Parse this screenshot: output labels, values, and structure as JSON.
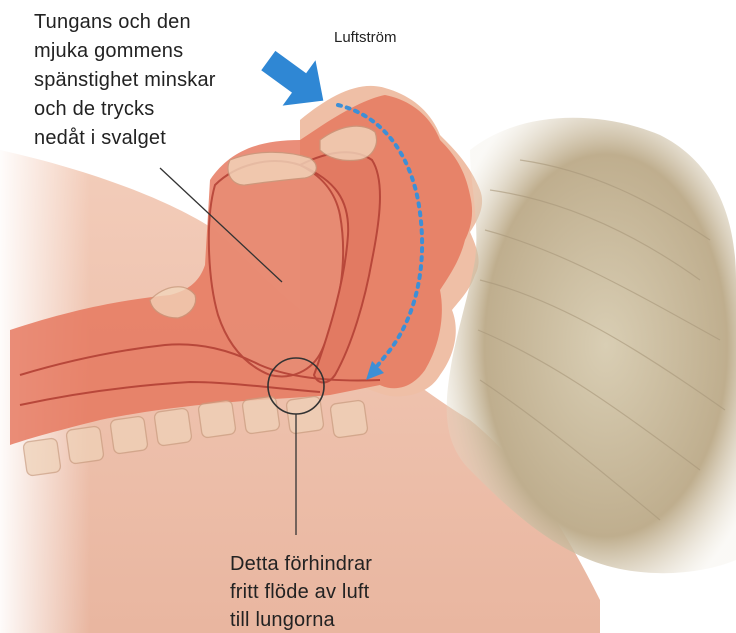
{
  "diagram": {
    "callouts": {
      "tongue": {
        "lines": [
          "Tungans och den",
          "mjuka gommens",
          "spänstighet minskar",
          "och de trycks",
          "nedåt i svalget"
        ]
      },
      "airflow": {
        "text": "Luftström"
      },
      "blocked": {
        "lines": [
          "Detta förhindrar",
          "fritt flöde av luft",
          "till lungorna"
        ]
      }
    },
    "colors": {
      "skin": "#ecb9a2",
      "tissue": "#e2694f",
      "tissue_light": "#f3c7b2",
      "bone": "#f0d3b8",
      "hair": "#c6b89c",
      "airflow_arrow": "#3d8fd6",
      "text": "#222222",
      "line": "#333333"
    },
    "icons": [
      "airflow-arrow-icon",
      "dotted-airflow-path",
      "obstruction-circle"
    ]
  }
}
